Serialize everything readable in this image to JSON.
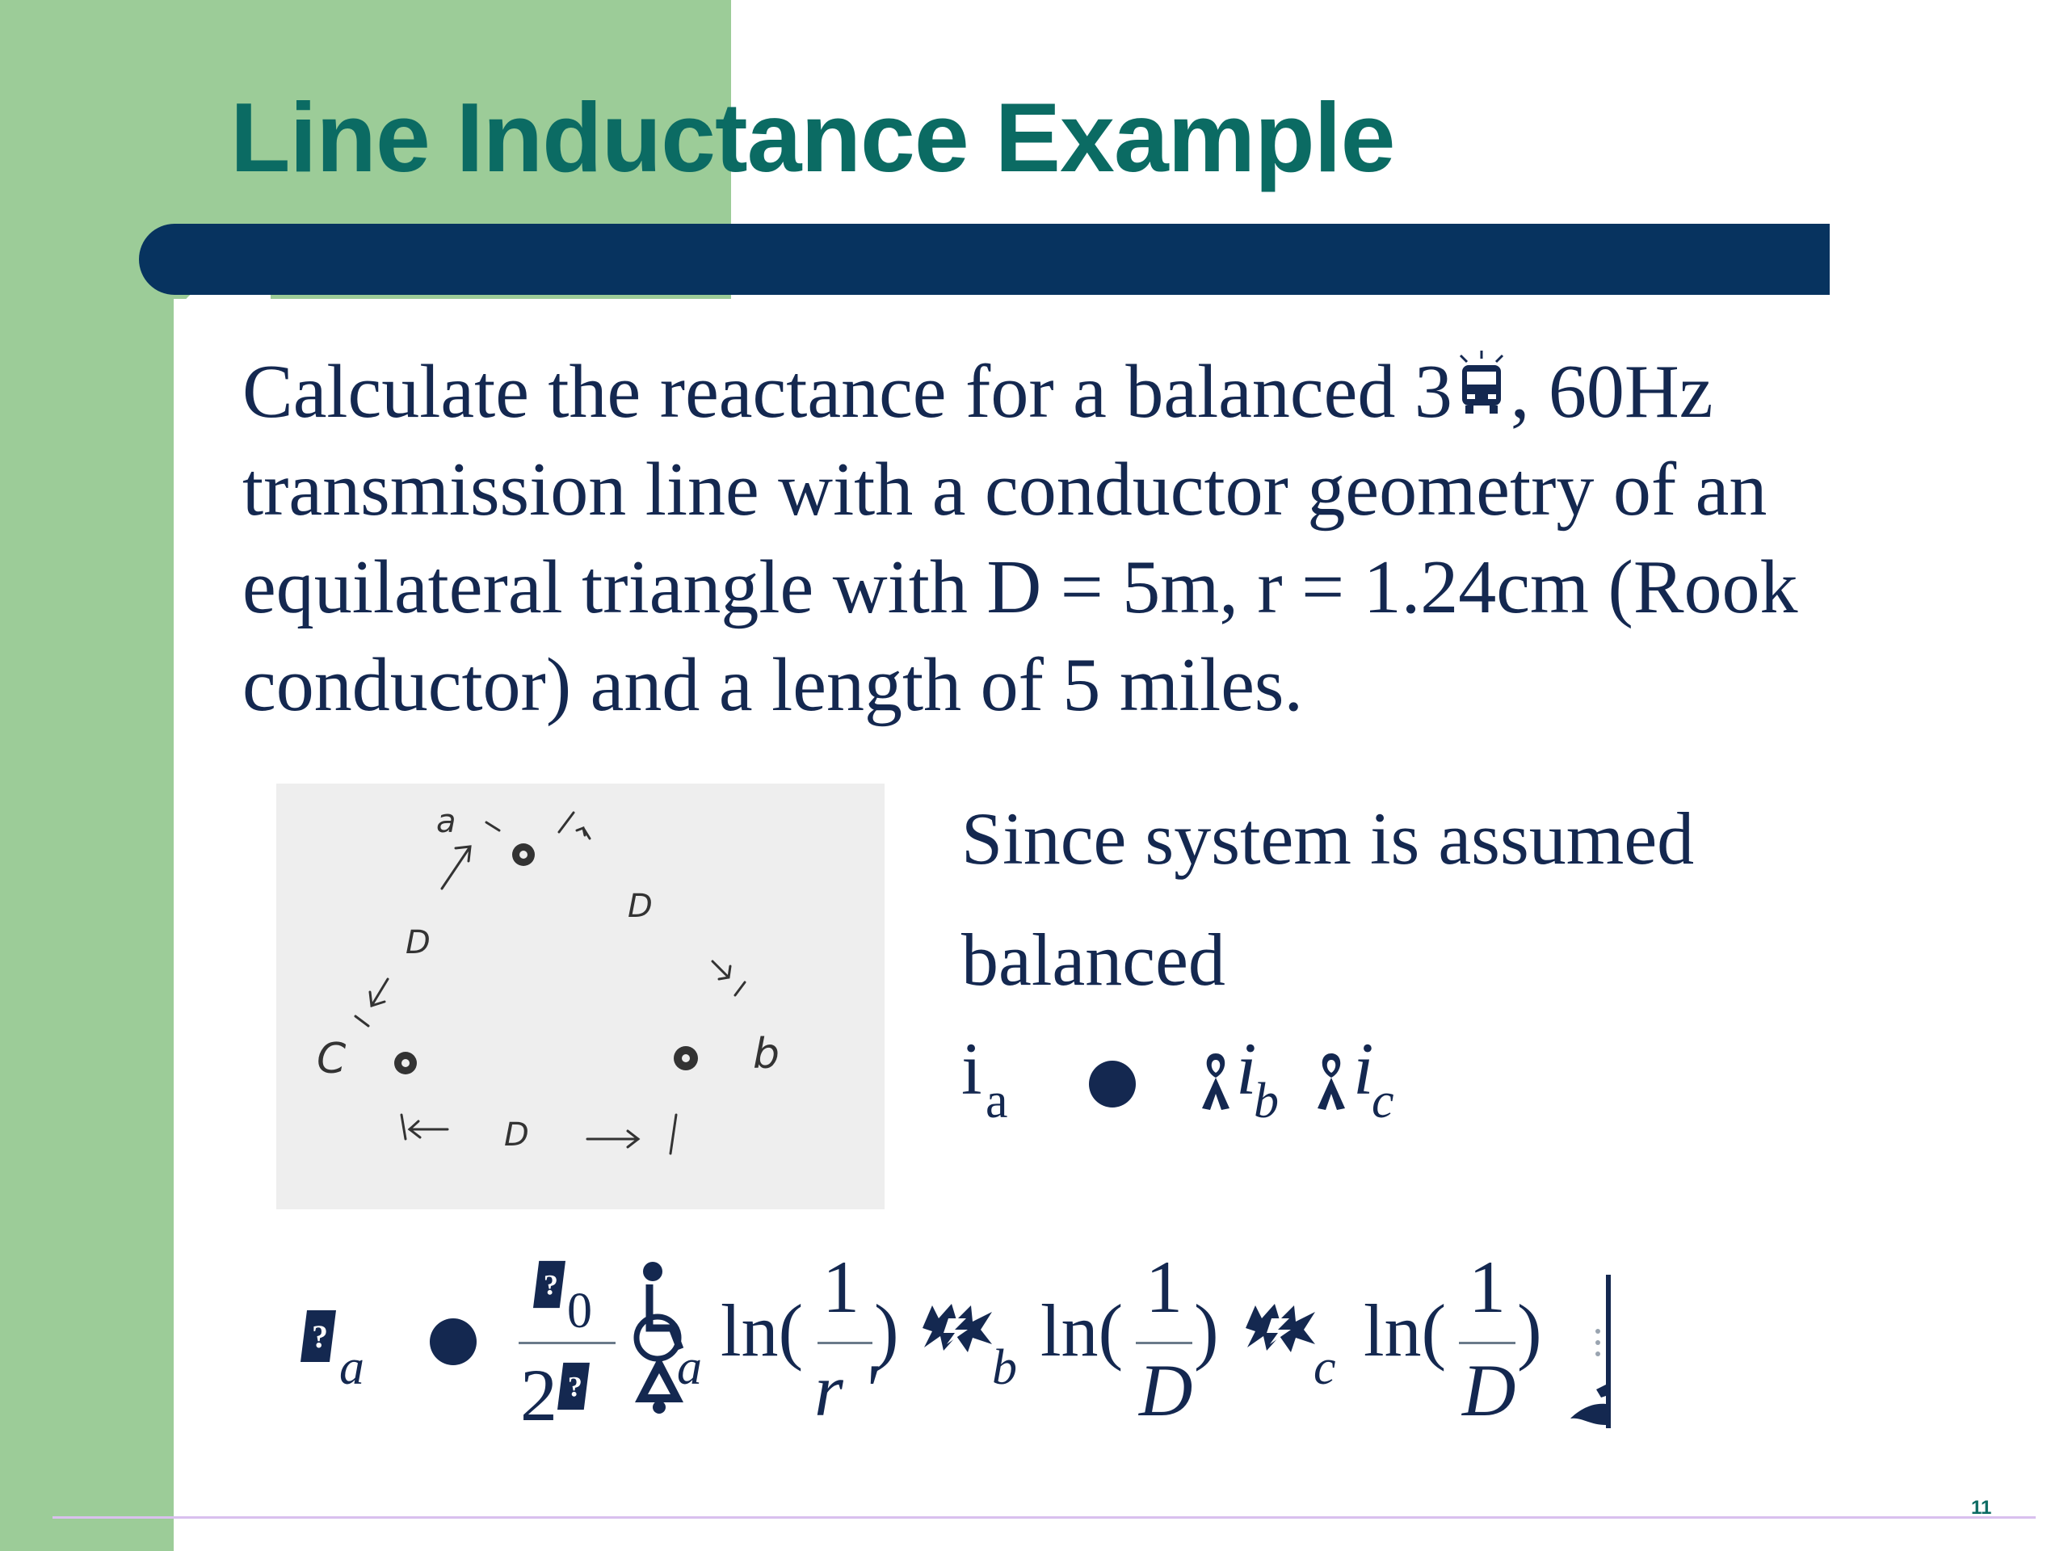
{
  "slide": {
    "title": "Line Inductance Example",
    "page_number": "11"
  },
  "problem": {
    "line1_before": "Calculate the reactance for a balanced 3",
    "line1_after": ", 60Hz",
    "line2": "transmission line with a conductor geometry of an",
    "line3": "equilateral triangle with D = 5m, r = 1.24cm (Rook",
    "line4": "conductor) and a length of 5 miles."
  },
  "sketch": {
    "label_a": "a",
    "label_b": "b",
    "label_c": "C",
    "label_d_top_left": "D",
    "label_d_top_right": "D",
    "label_d_bottom": "D"
  },
  "balanced_note": {
    "line1": "Since system is assumed",
    "line2": "balanced",
    "ia_base": "i",
    "ia_sub": "a",
    "ib_base": "i",
    "ib_sub": "b",
    "ic_base": "i",
    "ic_sub": "c"
  },
  "formula": {
    "lhs_sub": "a",
    "mu_sub": "0",
    "two": "2",
    "i_a_sub": "a",
    "ln": "ln(",
    "close_paren": ")",
    "num_one": "1",
    "den_r": "r '",
    "den_d": "D",
    "i_b_sub": "b",
    "i_c_sub": "c"
  },
  "colors": {
    "green_panel": "#9ccc98",
    "title_green": "#0b6b63",
    "navy_bar": "#07335f",
    "text_navy": "#142850"
  }
}
